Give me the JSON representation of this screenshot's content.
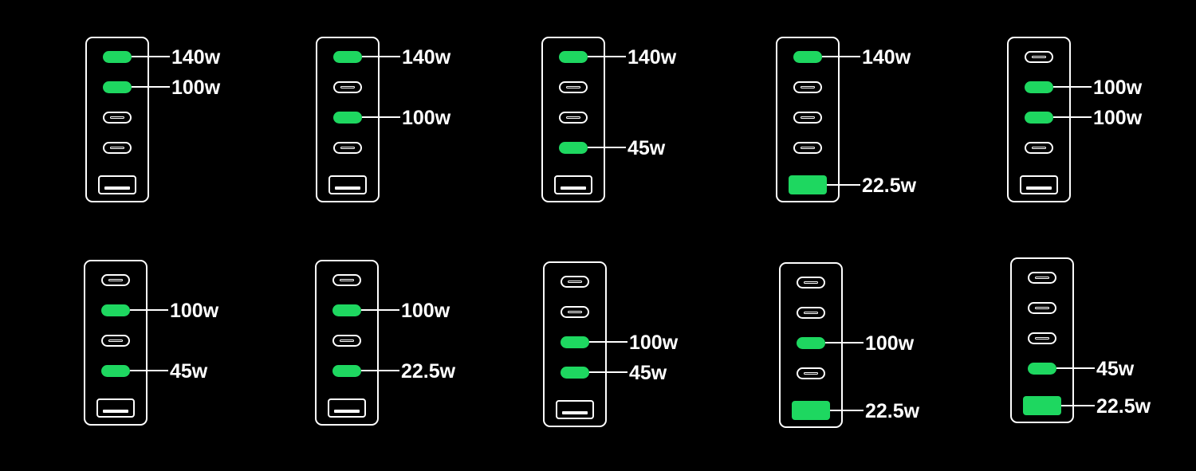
{
  "colors": {
    "background": "#000000",
    "outline": "#ffffff",
    "active_port": "#1ed760",
    "text": "#ffffff"
  },
  "configurations": [
    {
      "ports": [
        {
          "type": "usb-c",
          "active": true,
          "watt": "140w"
        },
        {
          "type": "usb-c",
          "active": true,
          "watt": "100w"
        },
        {
          "type": "usb-c",
          "active": false,
          "watt": ""
        },
        {
          "type": "usb-c",
          "active": false,
          "watt": ""
        },
        {
          "type": "usb-a",
          "active": false,
          "watt": ""
        }
      ]
    },
    {
      "ports": [
        {
          "type": "usb-c",
          "active": true,
          "watt": "140w"
        },
        {
          "type": "usb-c",
          "active": false,
          "watt": ""
        },
        {
          "type": "usb-c",
          "active": true,
          "watt": "100w"
        },
        {
          "type": "usb-c",
          "active": false,
          "watt": ""
        },
        {
          "type": "usb-a",
          "active": false,
          "watt": ""
        }
      ]
    },
    {
      "ports": [
        {
          "type": "usb-c",
          "active": true,
          "watt": "140w"
        },
        {
          "type": "usb-c",
          "active": false,
          "watt": ""
        },
        {
          "type": "usb-c",
          "active": false,
          "watt": ""
        },
        {
          "type": "usb-c",
          "active": true,
          "watt": "45w"
        },
        {
          "type": "usb-a",
          "active": false,
          "watt": ""
        }
      ]
    },
    {
      "ports": [
        {
          "type": "usb-c",
          "active": true,
          "watt": "140w"
        },
        {
          "type": "usb-c",
          "active": false,
          "watt": ""
        },
        {
          "type": "usb-c",
          "active": false,
          "watt": ""
        },
        {
          "type": "usb-c",
          "active": false,
          "watt": ""
        },
        {
          "type": "usb-a",
          "active": true,
          "watt": "22.5w"
        }
      ]
    },
    {
      "ports": [
        {
          "type": "usb-c",
          "active": false,
          "watt": ""
        },
        {
          "type": "usb-c",
          "active": true,
          "watt": "100w"
        },
        {
          "type": "usb-c",
          "active": true,
          "watt": "100w"
        },
        {
          "type": "usb-c",
          "active": false,
          "watt": ""
        },
        {
          "type": "usb-a",
          "active": false,
          "watt": ""
        }
      ]
    },
    {
      "ports": [
        {
          "type": "usb-c",
          "active": false,
          "watt": ""
        },
        {
          "type": "usb-c",
          "active": true,
          "watt": "100w"
        },
        {
          "type": "usb-c",
          "active": false,
          "watt": ""
        },
        {
          "type": "usb-c",
          "active": true,
          "watt": "45w"
        },
        {
          "type": "usb-a",
          "active": false,
          "watt": ""
        }
      ]
    },
    {
      "ports": [
        {
          "type": "usb-c",
          "active": false,
          "watt": ""
        },
        {
          "type": "usb-c",
          "active": true,
          "watt": "100w"
        },
        {
          "type": "usb-c",
          "active": false,
          "watt": ""
        },
        {
          "type": "usb-c",
          "active": true,
          "watt": "22.5w"
        },
        {
          "type": "usb-a",
          "active": false,
          "watt": ""
        }
      ]
    },
    {
      "ports": [
        {
          "type": "usb-c",
          "active": false,
          "watt": ""
        },
        {
          "type": "usb-c",
          "active": false,
          "watt": ""
        },
        {
          "type": "usb-c",
          "active": true,
          "watt": "100w"
        },
        {
          "type": "usb-c",
          "active": true,
          "watt": "45w"
        },
        {
          "type": "usb-a",
          "active": false,
          "watt": ""
        }
      ]
    },
    {
      "ports": [
        {
          "type": "usb-c",
          "active": false,
          "watt": ""
        },
        {
          "type": "usb-c",
          "active": false,
          "watt": ""
        },
        {
          "type": "usb-c",
          "active": true,
          "watt": "100w"
        },
        {
          "type": "usb-c",
          "active": false,
          "watt": ""
        },
        {
          "type": "usb-a",
          "active": true,
          "watt": "22.5w"
        }
      ]
    },
    {
      "ports": [
        {
          "type": "usb-c",
          "active": false,
          "watt": ""
        },
        {
          "type": "usb-c",
          "active": false,
          "watt": ""
        },
        {
          "type": "usb-c",
          "active": false,
          "watt": ""
        },
        {
          "type": "usb-c",
          "active": true,
          "watt": "45w"
        },
        {
          "type": "usb-a",
          "active": true,
          "watt": "22.5w"
        }
      ]
    }
  ]
}
